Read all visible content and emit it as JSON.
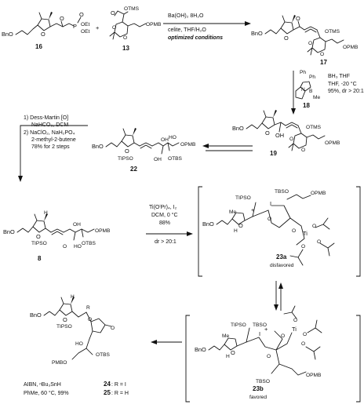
{
  "compounds": {
    "c16": "16",
    "c13": "13",
    "c17": "17",
    "c18": "18",
    "c19": "19",
    "c22": "22",
    "c8": "8",
    "c23a": "23a",
    "c23b": "23b",
    "c24": "24",
    "c25": "25"
  },
  "plus_sign": "+",
  "labels": {
    "BnO": "BnO",
    "OEt": "OEt",
    "P": "P",
    "O": "O",
    "OTMS": "OTMS",
    "OPMB": "OPMB",
    "TIPSO": "TIPSO",
    "TBSO": "TBSO",
    "OTBS": "OTBS",
    "OH": "OH",
    "HO": "HO",
    "H": "H",
    "Ph": "Ph",
    "N": "N",
    "B": "B",
    "Me": "Me",
    "Ti": "Ti",
    "I": "I",
    "R": "R",
    "PMBO": "PMBO",
    "plus_charge": "+"
  },
  "conditions": {
    "step1_reagent": "Ba(OH)₂ 8H₂O",
    "step1_solvent": "celite, THF/H₂O",
    "step1_note": "optimized conditions",
    "step2_line1": "BH₃ THF",
    "step2_line2": "THF, -20 °C",
    "step2_line3": "95%, dr > 20:1",
    "step3_line1": "1) Dess-Martin [O]",
    "step3_line2": "NaHCO₃, DCM",
    "step3_line3": "2) NaClO₂, NaH₂PO₄",
    "step3_line4": "2-methyl-2-butene",
    "step3_line5": "78% for 2 steps",
    "step4_line1": "Ti(OⁱPr)₄, I₂",
    "step4_line2": "DCM, 0 °C",
    "step4_line3": "88%",
    "step4_line4": "dr > 20:1",
    "step5_line1": "AIBN, ⁿBu₃SnH",
    "step5_line2": "PhMe, 60 °C, 99%"
  },
  "captions": {
    "disfavored": "disfavored",
    "favored": "favored",
    "r_is_i": ": R = I",
    "r_is_h": ": R = H"
  }
}
